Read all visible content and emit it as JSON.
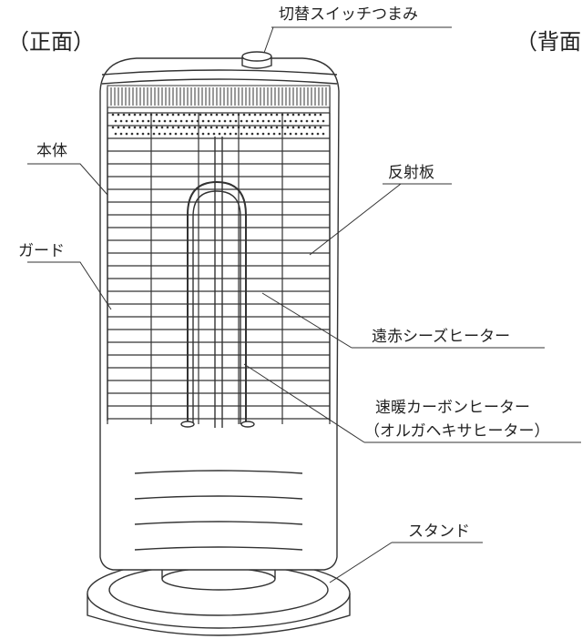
{
  "views": {
    "front": "（正面）",
    "back": "（背面"
  },
  "labels": {
    "switch_knob": "切替スイッチつまみ",
    "body": "本体",
    "guard": "ガード",
    "reflector": "反射板",
    "far_infrared_sheathed_heater": "遠赤シーズヒーター",
    "rapid_carbon_heater": "速暖カーボンヒーター",
    "orgahexa_heater": "（オルガヘキサヒーター）",
    "stand": "スタンド"
  }
}
